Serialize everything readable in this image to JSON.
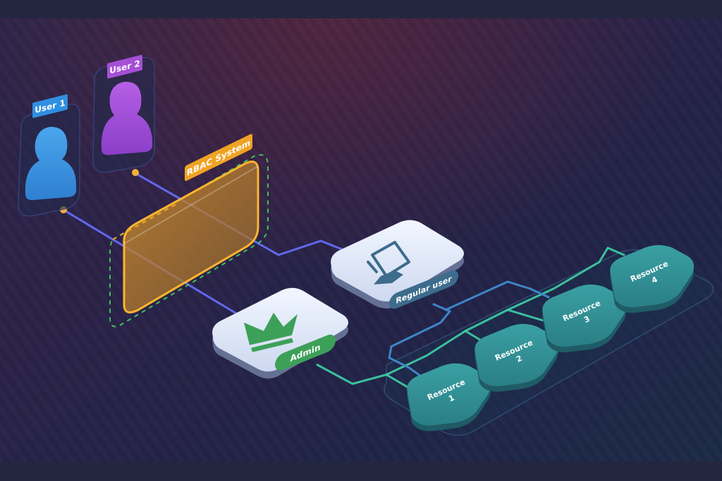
{
  "diagram": {
    "users": [
      {
        "label": "User 1",
        "color": "#2f8fe0",
        "icon": "user-icon"
      },
      {
        "label": "User 2",
        "color": "#a54fd6",
        "icon": "user-icon"
      }
    ],
    "rbac": {
      "label": "RBAC System",
      "color": "#f0a323"
    },
    "roles": {
      "admin": {
        "label": "Admin",
        "icon": "crown-icon",
        "color": "#3da058"
      },
      "regular": {
        "label": "Regular user",
        "icon": "tablet-hand-icon",
        "color": "#3d6c8c"
      }
    },
    "resources": [
      {
        "line1": "Resource",
        "line2": "1"
      },
      {
        "line1": "Resource",
        "line2": "2"
      },
      {
        "line1": "Resource",
        "line2": "3"
      },
      {
        "line1": "Resource",
        "line2": "4"
      }
    ],
    "colors": {
      "user_line": "#6168ee",
      "admin_line": "#3fd0a6",
      "regular_line": "#3e86c8",
      "resource": "#2d8a8f"
    }
  }
}
